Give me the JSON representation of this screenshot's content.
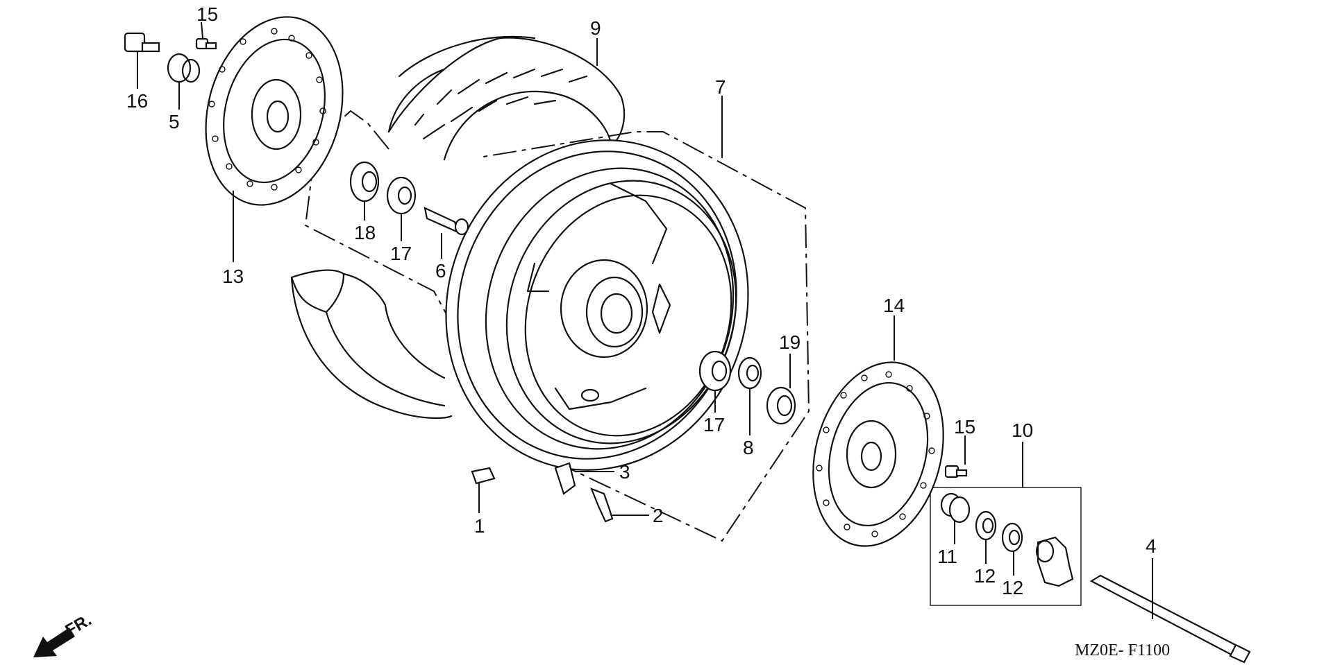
{
  "diagram_code": "MZ0E- F1100",
  "direction_label": "FR.",
  "callouts": {
    "c1": "1",
    "c2": "2",
    "c3": "3",
    "c4": "4",
    "c5": "5",
    "c6": "6",
    "c7": "7",
    "c8": "8",
    "c9": "9",
    "c10": "10",
    "c11": "11",
    "c12a": "12",
    "c12b": "12",
    "c13": "13",
    "c14": "14",
    "c15a": "15",
    "c15b": "15",
    "c16": "16",
    "c17a": "17",
    "c17b": "17",
    "c18": "18",
    "c19": "19"
  },
  "icons": {
    "front_arrow": "arrow-left-down-icon"
  }
}
